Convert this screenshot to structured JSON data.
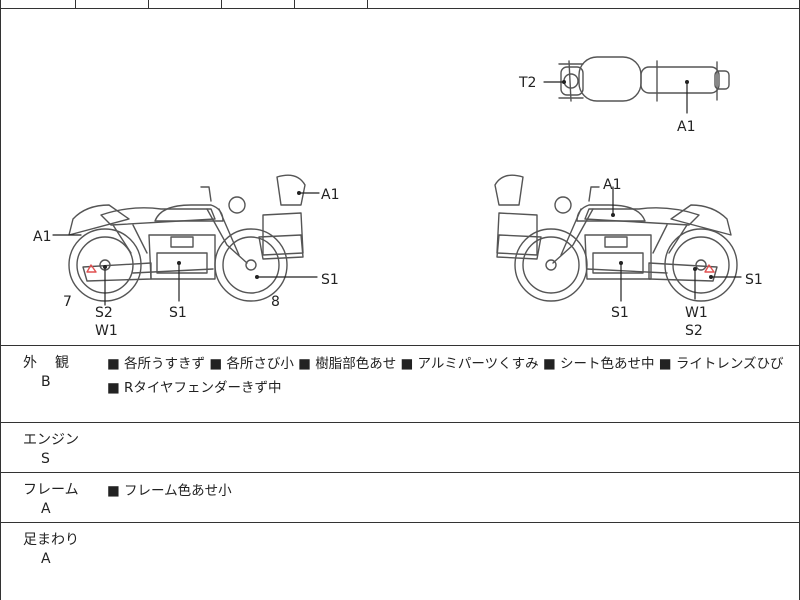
{
  "diagram": {
    "labels": {
      "top_t2": "T2",
      "top_a1": "A1",
      "left_a1_front": "A1",
      "left_a1_rear": "A1",
      "left_s1_pipe": "S1",
      "left_s1_engine": "S1",
      "left_7": "7",
      "left_8": "8",
      "left_s2": "S2",
      "left_w1": "W1",
      "right_a1": "A1",
      "right_s1_engine": "S1",
      "right_s1_wheel": "S1",
      "right_w1": "W1",
      "right_s2": "S2"
    },
    "accent_color": "#e05050"
  },
  "sections": [
    {
      "name": "外観",
      "grade": "B",
      "notes": "■ 各所うすきず ■ 各所さび小 ■ 樹脂部色あせ ■ アルミパーツくすみ ■ シート色あせ中 ■ ライトレンズひび ■ Rタイヤフェンダーきず中"
    },
    {
      "name": "エンジン",
      "grade": "S",
      "notes": ""
    },
    {
      "name": "フレーム",
      "grade": "A",
      "notes": "■ フレーム色あせ小"
    },
    {
      "name": "足まわり",
      "grade": "A",
      "notes": ""
    }
  ]
}
